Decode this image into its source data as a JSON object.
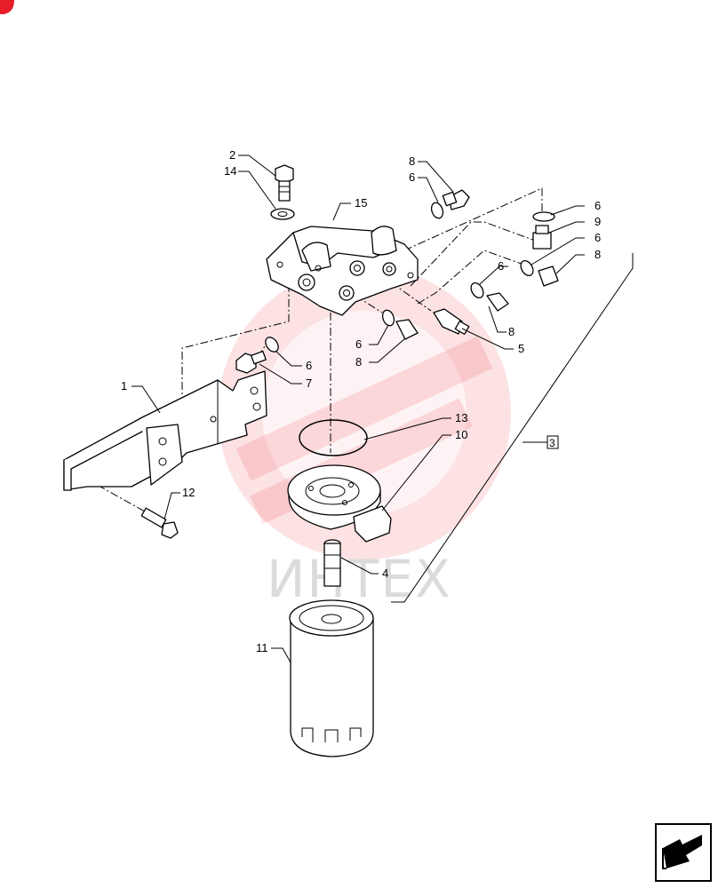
{
  "watermark": {
    "text": "ИНТЕХ",
    "color": "#e61e28"
  },
  "corner_badge": {
    "icon": "brand-badge-icon",
    "color": "#e61e28"
  },
  "nav_icon": "next-page-arrow-icon",
  "callouts": {
    "c1": "1",
    "c2": "2",
    "c3": "3",
    "c4": "4",
    "c5": "5",
    "c6a": "6",
    "c6b": "6",
    "c6c": "6",
    "c6d": "6",
    "c6e": "6",
    "c6f": "6",
    "c7": "7",
    "c8a": "8",
    "c8b": "8",
    "c8c": "8",
    "c8d": "8",
    "c9": "9",
    "c10": "10",
    "c11": "11",
    "c12": "12",
    "c13": "13",
    "c14": "14",
    "c15": "15"
  }
}
